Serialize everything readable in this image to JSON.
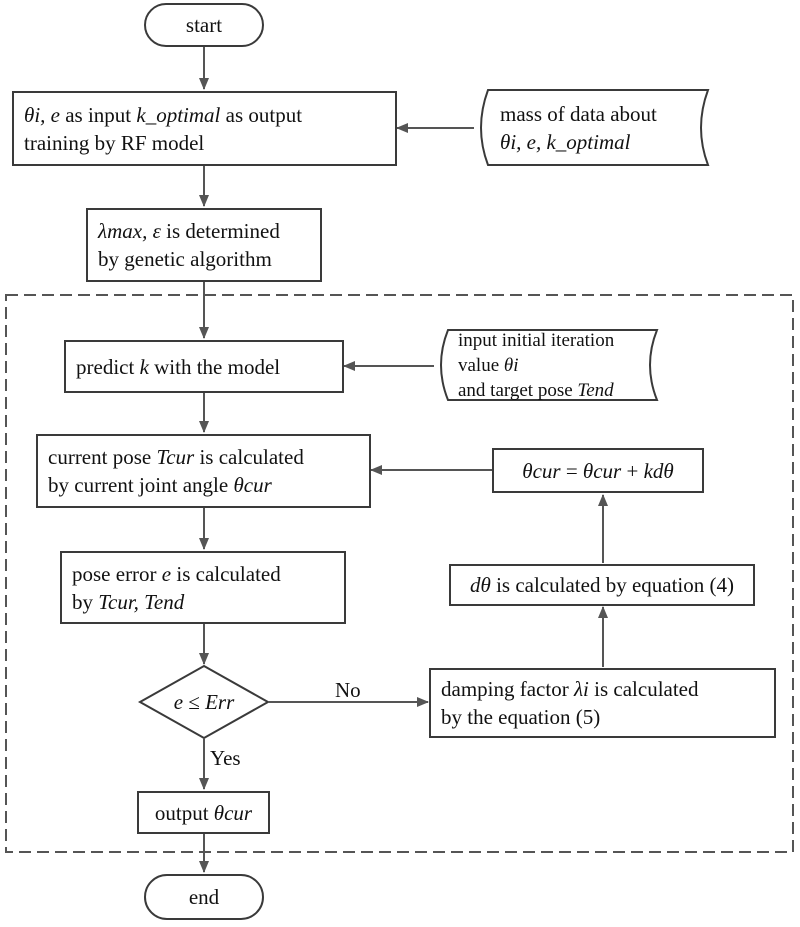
{
  "nodes": {
    "start": "start",
    "end": "end",
    "train": [
      "θi, e",
      " as input ",
      "k_optimal",
      " as output",
      "training by RF model"
    ],
    "data_input": [
      "mass of data about",
      "θi, e, k_optimal"
    ],
    "ga": [
      "λmax, ε",
      " is determined",
      "by genetic algorithm"
    ],
    "predict": [
      "predict ",
      "k",
      " with the model"
    ],
    "init_input": [
      "input initial iteration value ",
      "θi",
      "and target pose ",
      "Tend"
    ],
    "current_pose": [
      "current pose ",
      "Tcur",
      " is calculated",
      "by current joint angle ",
      "θcur"
    ],
    "update": [
      "θcur",
      " = ",
      "θcur",
      " + ",
      "kdθ"
    ],
    "pose_error": [
      "pose error ",
      "e",
      " is calculated",
      "by ",
      "Tcur, Tend"
    ],
    "dtheta": [
      "dθ",
      " is calculated by equation (4)"
    ],
    "decision": [
      "e",
      " ≤ ",
      "Err"
    ],
    "damping": [
      "damping factor ",
      "λi",
      " is calculated",
      "by the equation (5)"
    ],
    "output": [
      "output ",
      "θcur"
    ]
  },
  "labels": {
    "no": "No",
    "yes": "Yes"
  }
}
